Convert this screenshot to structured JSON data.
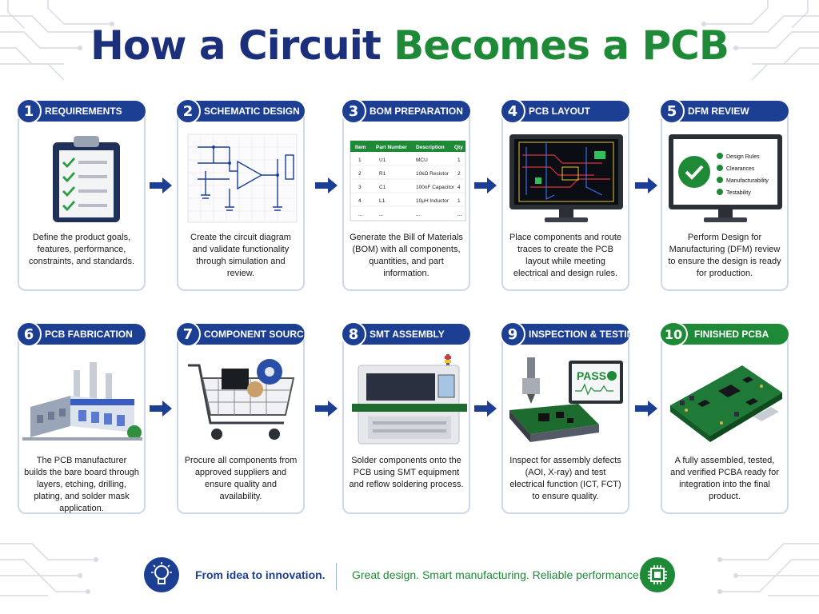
{
  "title": {
    "part1": "How a Circuit",
    "part2": "Becomes a PCB"
  },
  "steps": [
    {
      "number": "1",
      "title": "REQUIREMENTS",
      "description": "Define the product goals, features, performance, constraints, and standards."
    },
    {
      "number": "2",
      "title": "SCHEMATIC DESIGN",
      "description": "Create the circuit diagram and validate functionality through simulation and review."
    },
    {
      "number": "3",
      "title": "BOM PREPARATION",
      "description": "Generate the Bill of Materials (BOM) with all components, quantities, and part information."
    },
    {
      "number": "4",
      "title": "PCB LAYOUT",
      "description": "Place components and route traces to create the PCB layout while meeting electrical and design rules."
    },
    {
      "number": "5",
      "title": "DFM REVIEW",
      "description": "Perform Design for Manufacturing (DFM) review to ensure the design is ready for production."
    },
    {
      "number": "6",
      "title": "PCB FABRICATION",
      "description": "The PCB manufacturer builds the bare board through layers, etching, drilling, plating, and solder mask application."
    },
    {
      "number": "7",
      "title": "COMPONENT SOURCING",
      "description": "Procure all components from approved suppliers and ensure quality and availability."
    },
    {
      "number": "8",
      "title": "SMT ASSEMBLY",
      "description": "Solder components onto the PCB using SMT equipment and reflow soldering process."
    },
    {
      "number": "9",
      "title": "INSPECTION & TESTING",
      "description": "Inspect for assembly defects (AOI, X-ray) and test electrical function (ICT, FCT) to ensure quality."
    },
    {
      "number": "10",
      "title": "FINISHED PCBA",
      "description": "A fully assembled, tested, and verified PCBA ready for integration into the final product."
    }
  ],
  "bom_table": {
    "headers": [
      "Item",
      "Part Number",
      "Description",
      "Qty"
    ],
    "rows": [
      [
        "1",
        "U1",
        "MCU",
        "1"
      ],
      [
        "2",
        "R1",
        "10kΩ Resistor",
        "2"
      ],
      [
        "3",
        "C1",
        "100nF Capacitor",
        "4"
      ],
      [
        "4",
        "L1",
        "10μH Inductor",
        "1"
      ],
      [
        "...",
        "...",
        "...",
        "..."
      ]
    ]
  },
  "dfm_checklist": [
    "Design Rules",
    "Clearances",
    "Manufacturability",
    "Testability"
  ],
  "test_screen_label": "PASS",
  "footer": {
    "left": "From idea to innovation.",
    "right": "Great design. Smart manufacturing. Reliable performance."
  },
  "icons": {
    "footer_left": "lightbulb-icon",
    "footer_right": "chip-icon"
  },
  "colors": {
    "navy": "#1c3f94",
    "green": "#1e8a37",
    "title_navy": "#1b2f7a"
  }
}
